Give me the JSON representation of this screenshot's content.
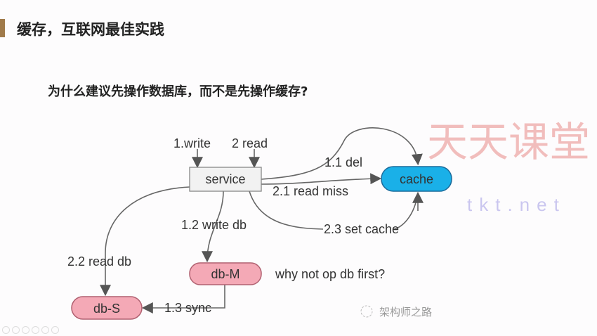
{
  "slide": {
    "title": "缓存，互联网最佳实践",
    "subtitle": "为什么建议先操作数据库，而不是先操作缓存?"
  },
  "diagram": {
    "nodes": {
      "service": "service",
      "cache": "cache",
      "db_m": "db-M",
      "db_s": "db-S"
    },
    "edges": {
      "write": "1.write",
      "read": "2 read",
      "del": "1.1 del",
      "read_miss": "2.1 read miss",
      "write_db": "1.2 write db",
      "set_cache": "2.3 set cache",
      "read_db": "2.2 read db",
      "sync": "1.3 sync"
    },
    "note": "why not op db first?",
    "colors": {
      "cache": "#1ab0e8",
      "db": "#f4a9b6",
      "service": "#f2f2f2"
    }
  },
  "watermark": {
    "text": "天天课堂",
    "url": "tkt.net"
  },
  "footer": {
    "source": "架构师之路"
  }
}
